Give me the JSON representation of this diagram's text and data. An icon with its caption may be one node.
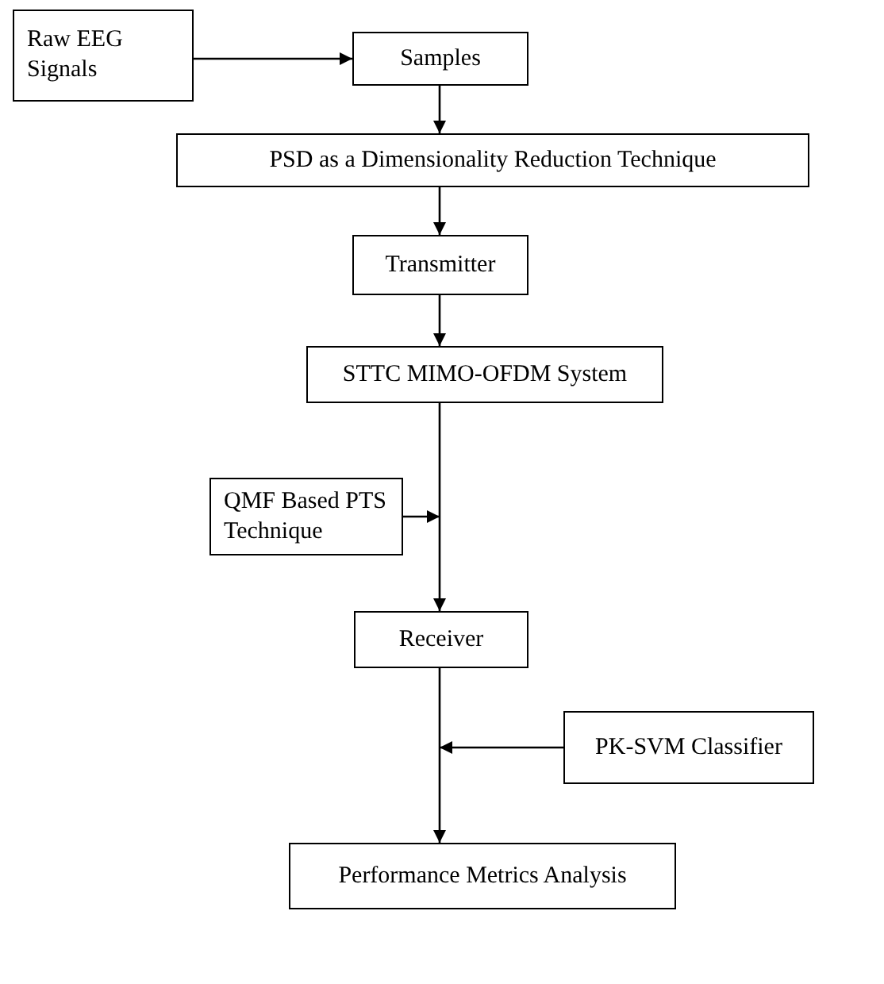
{
  "diagram": {
    "nodes": [
      {
        "text": [
          "Raw EEG Signals"
        ]
      },
      {
        "text": [
          "Samples"
        ]
      },
      {
        "text": [
          "PSD as a Dimensionality Reduction Technique"
        ]
      },
      {
        "text": [
          "Transmitter"
        ]
      },
      {
        "text": [
          "STTC MIMO-OFDM System"
        ]
      },
      {
        "text": [
          "QMF Based PTS Technique"
        ]
      },
      {
        "text": [
          "Receiver"
        ]
      },
      {
        "text": [
          "PK-SVM Classifier"
        ]
      },
      {
        "text": [
          "Performance Metrics Analysis"
        ]
      }
    ],
    "edges": [
      {
        "from": 0,
        "to": 1,
        "arrow": "to"
      },
      {
        "from": 1,
        "to": 2,
        "arrow": "to"
      },
      {
        "from": 2,
        "to": 3,
        "arrow": "to"
      },
      {
        "from": 3,
        "to": 4,
        "arrow": "to"
      },
      {
        "from": 4,
        "to": 6,
        "arrow": "to"
      },
      {
        "from": 5,
        "to": null,
        "arrow": "to"
      },
      {
        "from": 6,
        "to": 8,
        "arrow": "to"
      },
      {
        "from": 7,
        "to": null,
        "arrow": "to"
      }
    ]
  }
}
